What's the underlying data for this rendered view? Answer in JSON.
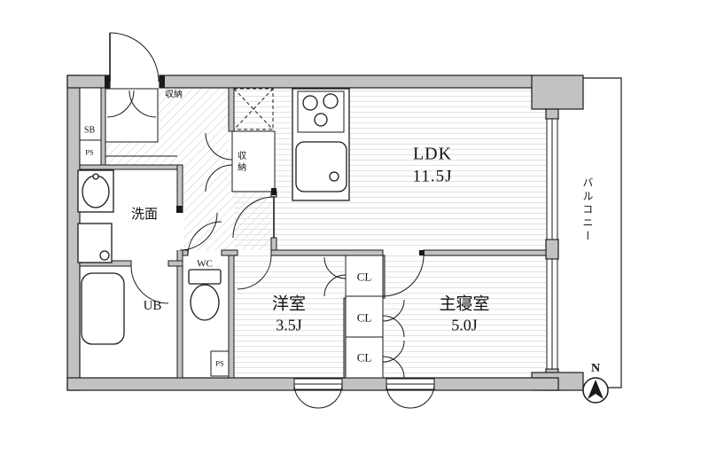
{
  "floorplan": {
    "rooms": {
      "ldk": {
        "label": "LDK",
        "area": "11.5J"
      },
      "western": {
        "label": "洋室",
        "area": "3.5J"
      },
      "master": {
        "label": "主寝室",
        "area": "5.0J"
      },
      "washroom": {
        "label": "洗面"
      },
      "bath": {
        "label": "UB"
      },
      "toilet": {
        "label": "WC"
      },
      "balcony": {
        "label": "バルコニー"
      }
    },
    "storage": {
      "shoe_box": "SB",
      "entrance_storage": "収納",
      "hall_storage": "収納",
      "closets": [
        "CL",
        "CL",
        "CL"
      ],
      "pipe_space_upper": "PS",
      "pipe_space_lower": "PS"
    },
    "compass": {
      "north": "N"
    },
    "colors": {
      "wall_fill": "#c2c2c2",
      "line": "#1a1a1a",
      "hall_hatch": "#c9c9c9",
      "floor_line": "#e2e2e2",
      "background": "#ffffff"
    }
  }
}
